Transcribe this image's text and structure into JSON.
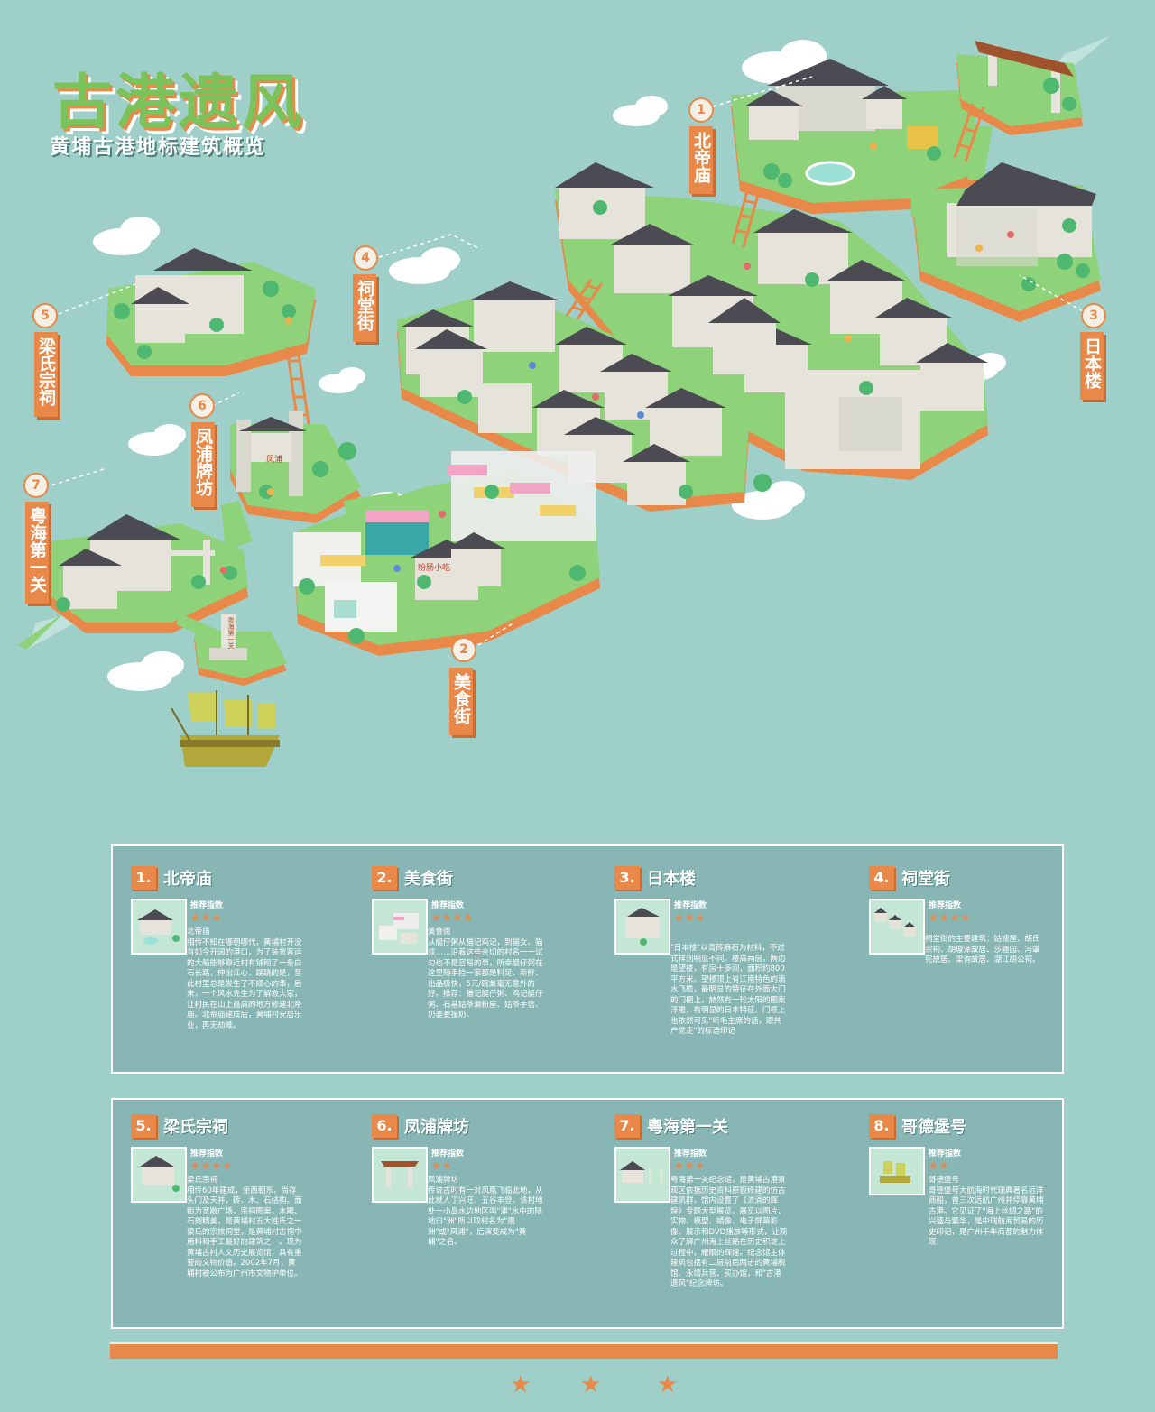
{
  "header": {
    "title": "古港遗风",
    "subtitle": "黄埔古港地标建筑概览"
  },
  "signs": [
    {
      "num": "1",
      "label": "北帝庙"
    },
    {
      "num": "2",
      "label": "美食街"
    },
    {
      "num": "3",
      "label": "日本楼"
    },
    {
      "num": "4",
      "label": "祠堂街"
    },
    {
      "num": "5",
      "label": "梁氏宗祠"
    },
    {
      "num": "6",
      "label": "凤浦牌坊"
    },
    {
      "num": "7",
      "label": "粤海第一关"
    }
  ],
  "map_texts": {
    "gate_label": "凤浦",
    "shop_label": "粉肠小吃",
    "monument_label": "粤海第一关"
  },
  "cards": [
    {
      "num": "1.",
      "title": "北帝庙",
      "rec": "推荐指数",
      "stars": "★★★",
      "desc": "北帝庙\n相传不知在哪朝哪代，黄埔村开没有如今开阔的港口，为了装货客运的大船能够靠近村有铺砌了一条白石长路，伸出江心，蹊跷的是，至此村里总是发生了不顺心的事，后来，一个风水先生为了解救大家，让村民在山上最高的地方修建北帝庙。北帝庙建成后，黄埔村安居乐业，再无劫难。"
    },
    {
      "num": "2.",
      "title": "美食街",
      "rec": "推荐指数",
      "stars": "★★★★",
      "desc": "美食街\n从艇仔粥从猫记鸡记，到猫女、猫叔……沿着这些亲切的村名一一试匀也不是容易的事，所幸艇仔粥在这里随手捡一家都是料足、新鲜、出品极快，5元/碗兼毫无意外的好。推荐：猫记艇仔粥、鸡记艇仔粥、石基姑爷濑粉屋、姑爷手信、奶婆姜撞奶。"
    },
    {
      "num": "3.",
      "title": "日本楼",
      "rec": "推荐指数",
      "stars": "★★★",
      "desc": "\"日本楼\"以青砖麻石为材料，不过式样则明显不同。楼高两层，两边是望楼，有房十多间，面积约800平方米。望楼顶上有江南特色的滴水飞檐，最明显的特征在外面大门的门楣上，赫然有一轮太阳的图案浮雕，有明显的日本特征。门框上也依然可见\"听毛主席的话，跟共产党走\"的标语印记"
    },
    {
      "num": "4.",
      "title": "祠堂街",
      "rec": "推荐指数",
      "stars": "★★★★",
      "desc": "祠堂街的主要建筑：姑嫂屋、胡氏宗祠、胡璇泽故居、莎趣园、冯肇宪故居、梁询故居、湖江胡公祠。"
    },
    {
      "num": "5.",
      "title": "梁氏宗祠",
      "rec": "推荐指数",
      "stars": "★★★★",
      "desc": "梁氏宗祠\n相传60年建成，坐西朝东，尚存头门及天井，砖、木、石结构。面街为宽敞广场，宗祠图案，木雕、石刻精美，是黄埔村五大姓氏之一梁氏的宗族祠堂，是黄埔村古祠中用料和手工最好的建筑之一。现为黄埔古村人文历史展览馆，具有重要的文物价值。2002年7月，黄埔村被公布为广州市文物护单位。"
    },
    {
      "num": "6.",
      "title": "凤浦牌坊",
      "rec": "推荐指数",
      "stars": "★★",
      "desc": "凤浦牌坊\n传说古时有一对凤凰飞临此地，从此就人丁兴旺、五谷丰登。该村地处一小岛水边地区叫\"浦\"水中的陆地曰\"洲\"所以取村名为\"凰洲\"或\"凤浦\"，后演变成为\"黄埔\"之名。"
    },
    {
      "num": "7.",
      "title": "粤海第一关",
      "rec": "推荐指数",
      "stars": "★★★",
      "desc": "粤海第一关纪念馆，是黄埔古港景观区依据历史资料原貌修建的仿古建筑群，馆内设置了《流淌的辉煌》专题大型展览，展览以图片、实物、模型、蜡像、电子屏幕影像、展示和DVD播放等形式，让观众了解广州海上丝路在历史积淀上过程中，耀眼的辉煌。纪念馆主体建筑包括有二层前后两进的黄埔税馆、永靖兵营、买办馆，和\"古港遗风\"纪念牌坊。"
    },
    {
      "num": "8.",
      "title": "哥德堡号",
      "rec": "推荐指数",
      "stars": "★★",
      "desc": "哥德堡号\n哥德堡号大航海时代瑞典著名远洋商船，曾三次远航广州并停靠黄埔古港。它见证了\"海上丝绸之路\"的兴盛与繁华，是中瑞航海贸易的历史印记，是广州千年商都的魅力体现！"
    }
  ],
  "footer": {
    "stars": [
      "★",
      "★",
      "★"
    ]
  },
  "colors": {
    "background": "#9ecfc8",
    "accent": "#e8894a",
    "grass": "#7ac35a",
    "panel": "#87b6b5"
  }
}
